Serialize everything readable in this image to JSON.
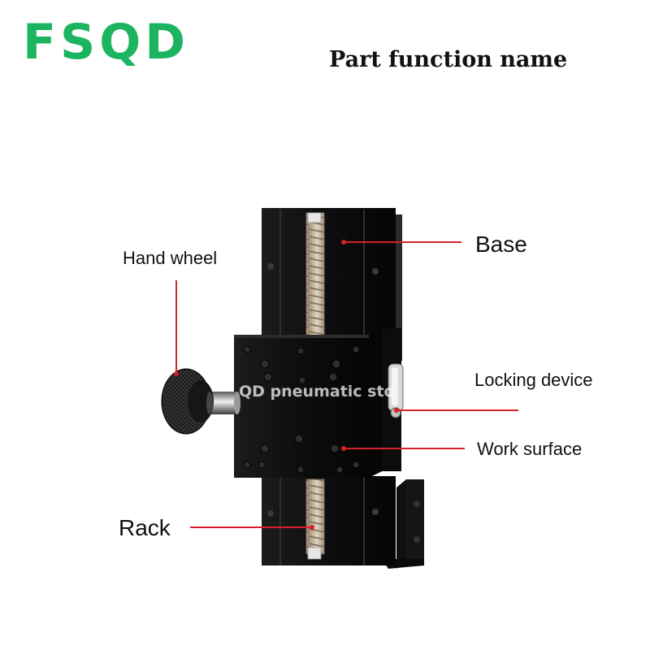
{
  "brand": {
    "logo_text": "FSQD",
    "logo_color": "#1db461"
  },
  "title": "Part function name",
  "watermark": "QD pneumatic sto",
  "leader_color": "#d6202a",
  "labels": {
    "hand_wheel": "Hand wheel",
    "base": "Base",
    "locking_device": "Locking device",
    "work_surface": "Work surface",
    "rack": "Rack"
  }
}
